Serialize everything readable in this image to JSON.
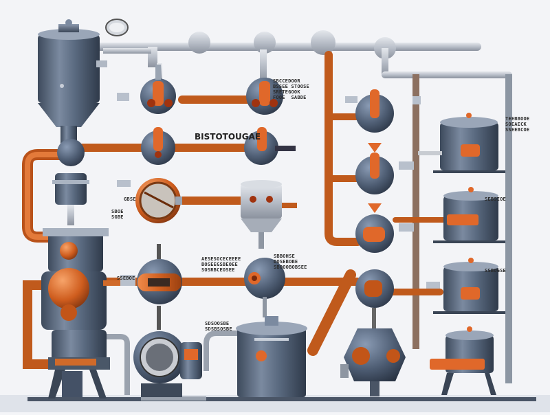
{
  "diagram": {
    "title_label": "BISTOTOUGAE",
    "labels": [
      {
        "id": "top-right-mid",
        "lines": [
          "SBCCEDOOR",
          "BSSEE STOOSE",
          "SRETEGOOK",
          "FOOE  SABDE"
        ]
      },
      {
        "id": "right-1",
        "lines": [
          "TEEBBOOE",
          "SOEAECK",
          "SSEEBCOE"
        ]
      },
      {
        "id": "right-2",
        "lines": [
          "SEBSIOE"
        ]
      },
      {
        "id": "right-3",
        "lines": [
          "SSBOGSE"
        ]
      },
      {
        "id": "mid-left-a",
        "lines": [
          "GBSE"
        ]
      },
      {
        "id": "mid-left-b",
        "lines": [
          "SBOE",
          "SGBE"
        ]
      },
      {
        "id": "center-a",
        "lines": [
          "AESESOCECEEEE",
          "BOSEEGSBEOEE",
          "SOSRBCEOSEE"
        ]
      },
      {
        "id": "center-b",
        "lines": [
          "SBBOHSE",
          "DOSEBOBE",
          "SBOOOBOBSEE"
        ]
      },
      {
        "id": "lower-center",
        "lines": [
          "SDSOOSBE",
          "SDSBSOSBE"
        ]
      },
      {
        "id": "left-small",
        "lines": [
          "SSEBOE"
        ]
      }
    ]
  }
}
